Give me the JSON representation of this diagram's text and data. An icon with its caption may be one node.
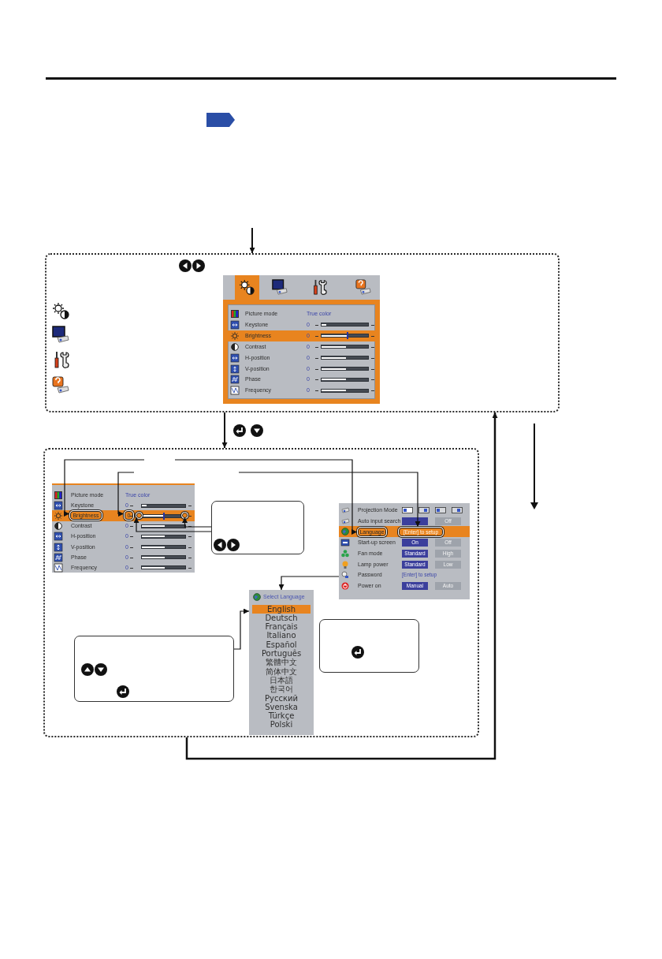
{
  "diagram": {
    "nodes": [
      {
        "text": [],
        "shape": "box"
      },
      {
        "text": [
          "Picture mode",
          "True color",
          "Keystone",
          "0",
          "Brightness",
          "0",
          "Contrast",
          "0",
          "H-position",
          "0",
          "V-position",
          "0",
          "Phase",
          "0",
          "Frequency",
          "0"
        ],
        "in": 0
      },
      {
        "text": [],
        "shape": "box"
      },
      {
        "text": [
          "Picture mode",
          "True color",
          "Keystone",
          "0",
          "Contrast",
          "0",
          "H-position",
          "0",
          "V-position",
          "0",
          "Phase",
          "0",
          "Frequency",
          "0"
        ],
        "in": 2
      },
      {
        "text": [
          "Brightness"
        ],
        "in": 3
      },
      {
        "text": [
          "0"
        ],
        "in": 3
      },
      {
        "text": [],
        "shape": "circle",
        "in": 3
      },
      {
        "text": [],
        "shape": "circle",
        "in": 3
      },
      {
        "text": [],
        "shape": "box",
        "in": 2
      },
      {
        "text": [
          "Projection Mode",
          "Auto input search",
          "Off",
          "Start-up screen",
          "On",
          "Off",
          "Fan mode",
          "Standard",
          "High",
          "Lamp power",
          "Standard",
          "Low",
          "Password",
          "[Enter] to setup",
          "Power on",
          "Manual",
          "Auto"
        ],
        "in": 2
      },
      {
        "text": [
          "Language"
        ],
        "in": 9
      },
      {
        "text": [
          "[Enter] to setup"
        ],
        "in": 9
      },
      {
        "text": [
          "Select Language",
          "English",
          "Deutsch",
          "Français",
          "Italiano",
          "Español",
          "Português",
          "繁體中文",
          "简体中文",
          "日本語",
          "한국어",
          "Русский",
          "Svenska",
          "Türkçe",
          "Polski"
        ],
        "in": 2
      },
      {
        "text": [],
        "shape": "box",
        "in": 2
      },
      {
        "text": [],
        "shape": "box",
        "in": 2
      }
    ],
    "edges": [
      {
        "from": null,
        "to": 0,
        "arrow": "to"
      },
      {
        "from": 0,
        "to": 2,
        "arrow": "to"
      },
      {
        "from": 2,
        "to": 0,
        "arrow": "to"
      },
      {
        "from": null,
        "to": 4,
        "arrow": "to"
      },
      {
        "from": null,
        "to": 10,
        "arrow": "to"
      },
      {
        "from": null,
        "to": 5,
        "arrow": "to"
      },
      {
        "from": null,
        "to": 11,
        "arrow": "to"
      },
      {
        "from": 8,
        "to": 7,
        "arrow": "to"
      },
      {
        "from": 8,
        "to": 6,
        "arrow": "to"
      },
      {
        "from": 9,
        "to": 12,
        "arrow": "to"
      },
      {
        "from": 13,
        "to": 12,
        "arrow": "to"
      }
    ]
  }
}
